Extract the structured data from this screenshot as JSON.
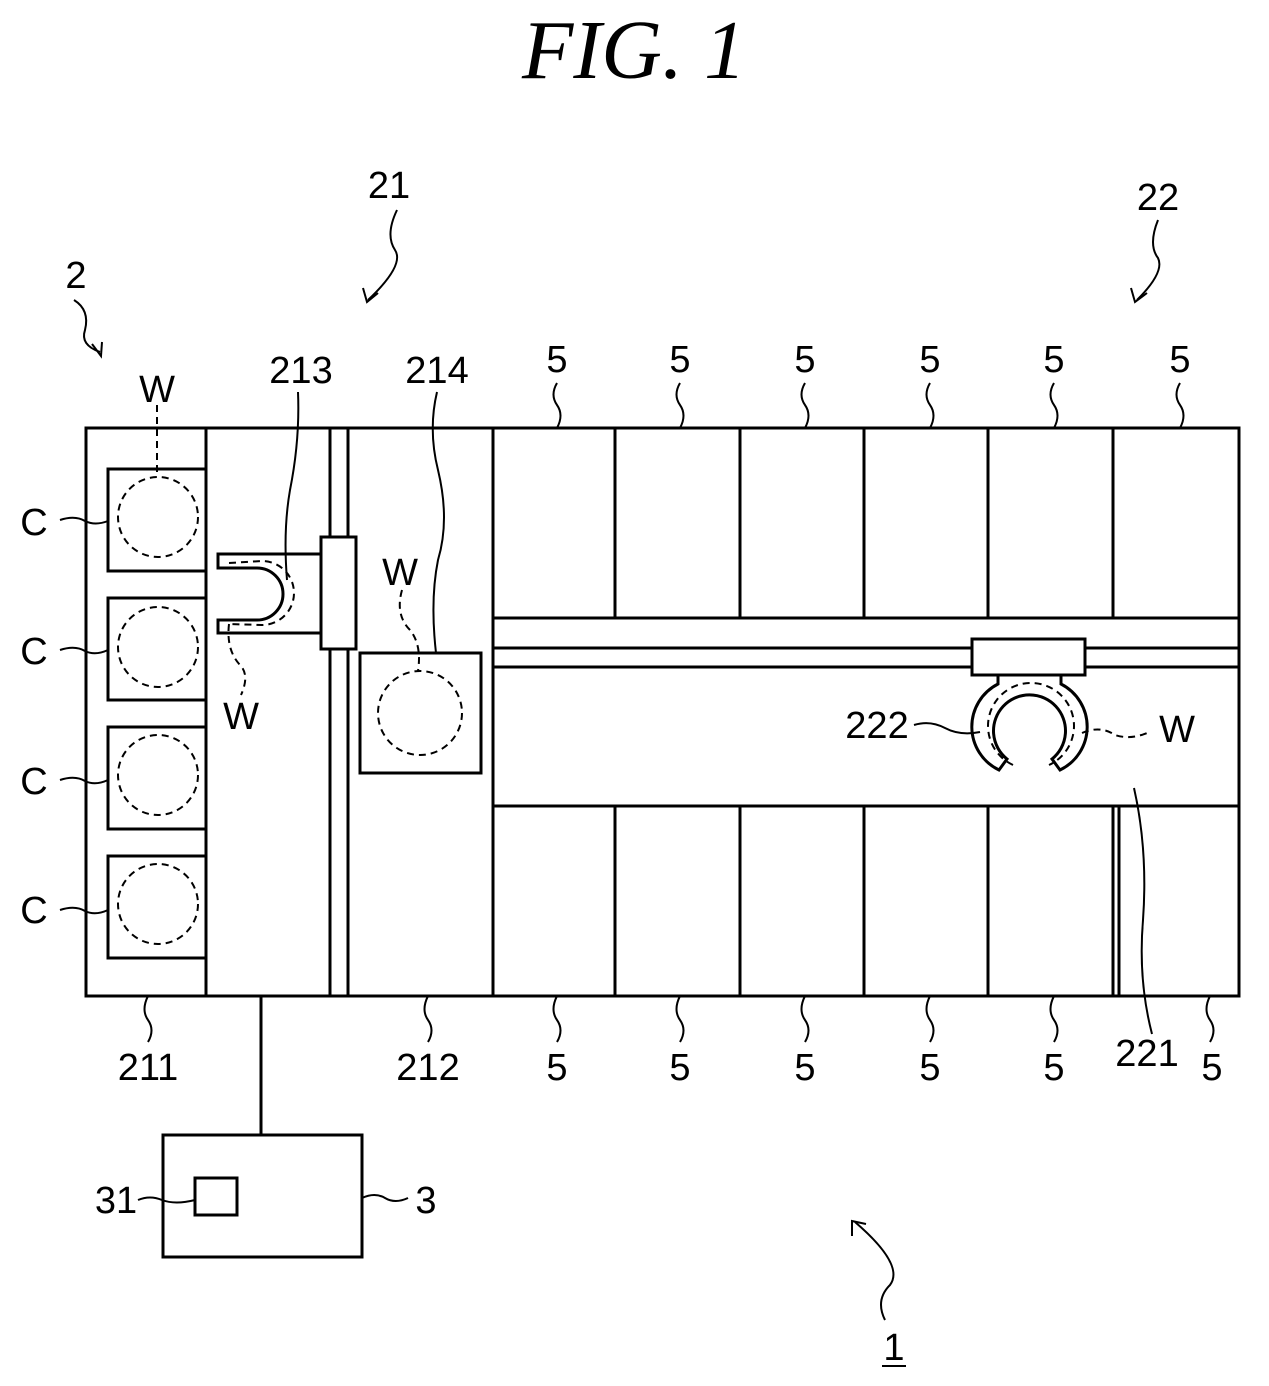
{
  "figure": {
    "title": "FIG. 1"
  },
  "labels": {
    "system": "1",
    "station": "2",
    "loading_block": "21",
    "processing_block": "22",
    "carrier": "C",
    "wafer": "W",
    "carrier_placing_section": "211",
    "transfer_section": "212",
    "transfer_device_1": "213",
    "delivery_unit": "214",
    "transfer_section_2": "221",
    "transfer_device_2": "222",
    "processing_unit": "5",
    "control_device": "3",
    "storage": "31"
  }
}
